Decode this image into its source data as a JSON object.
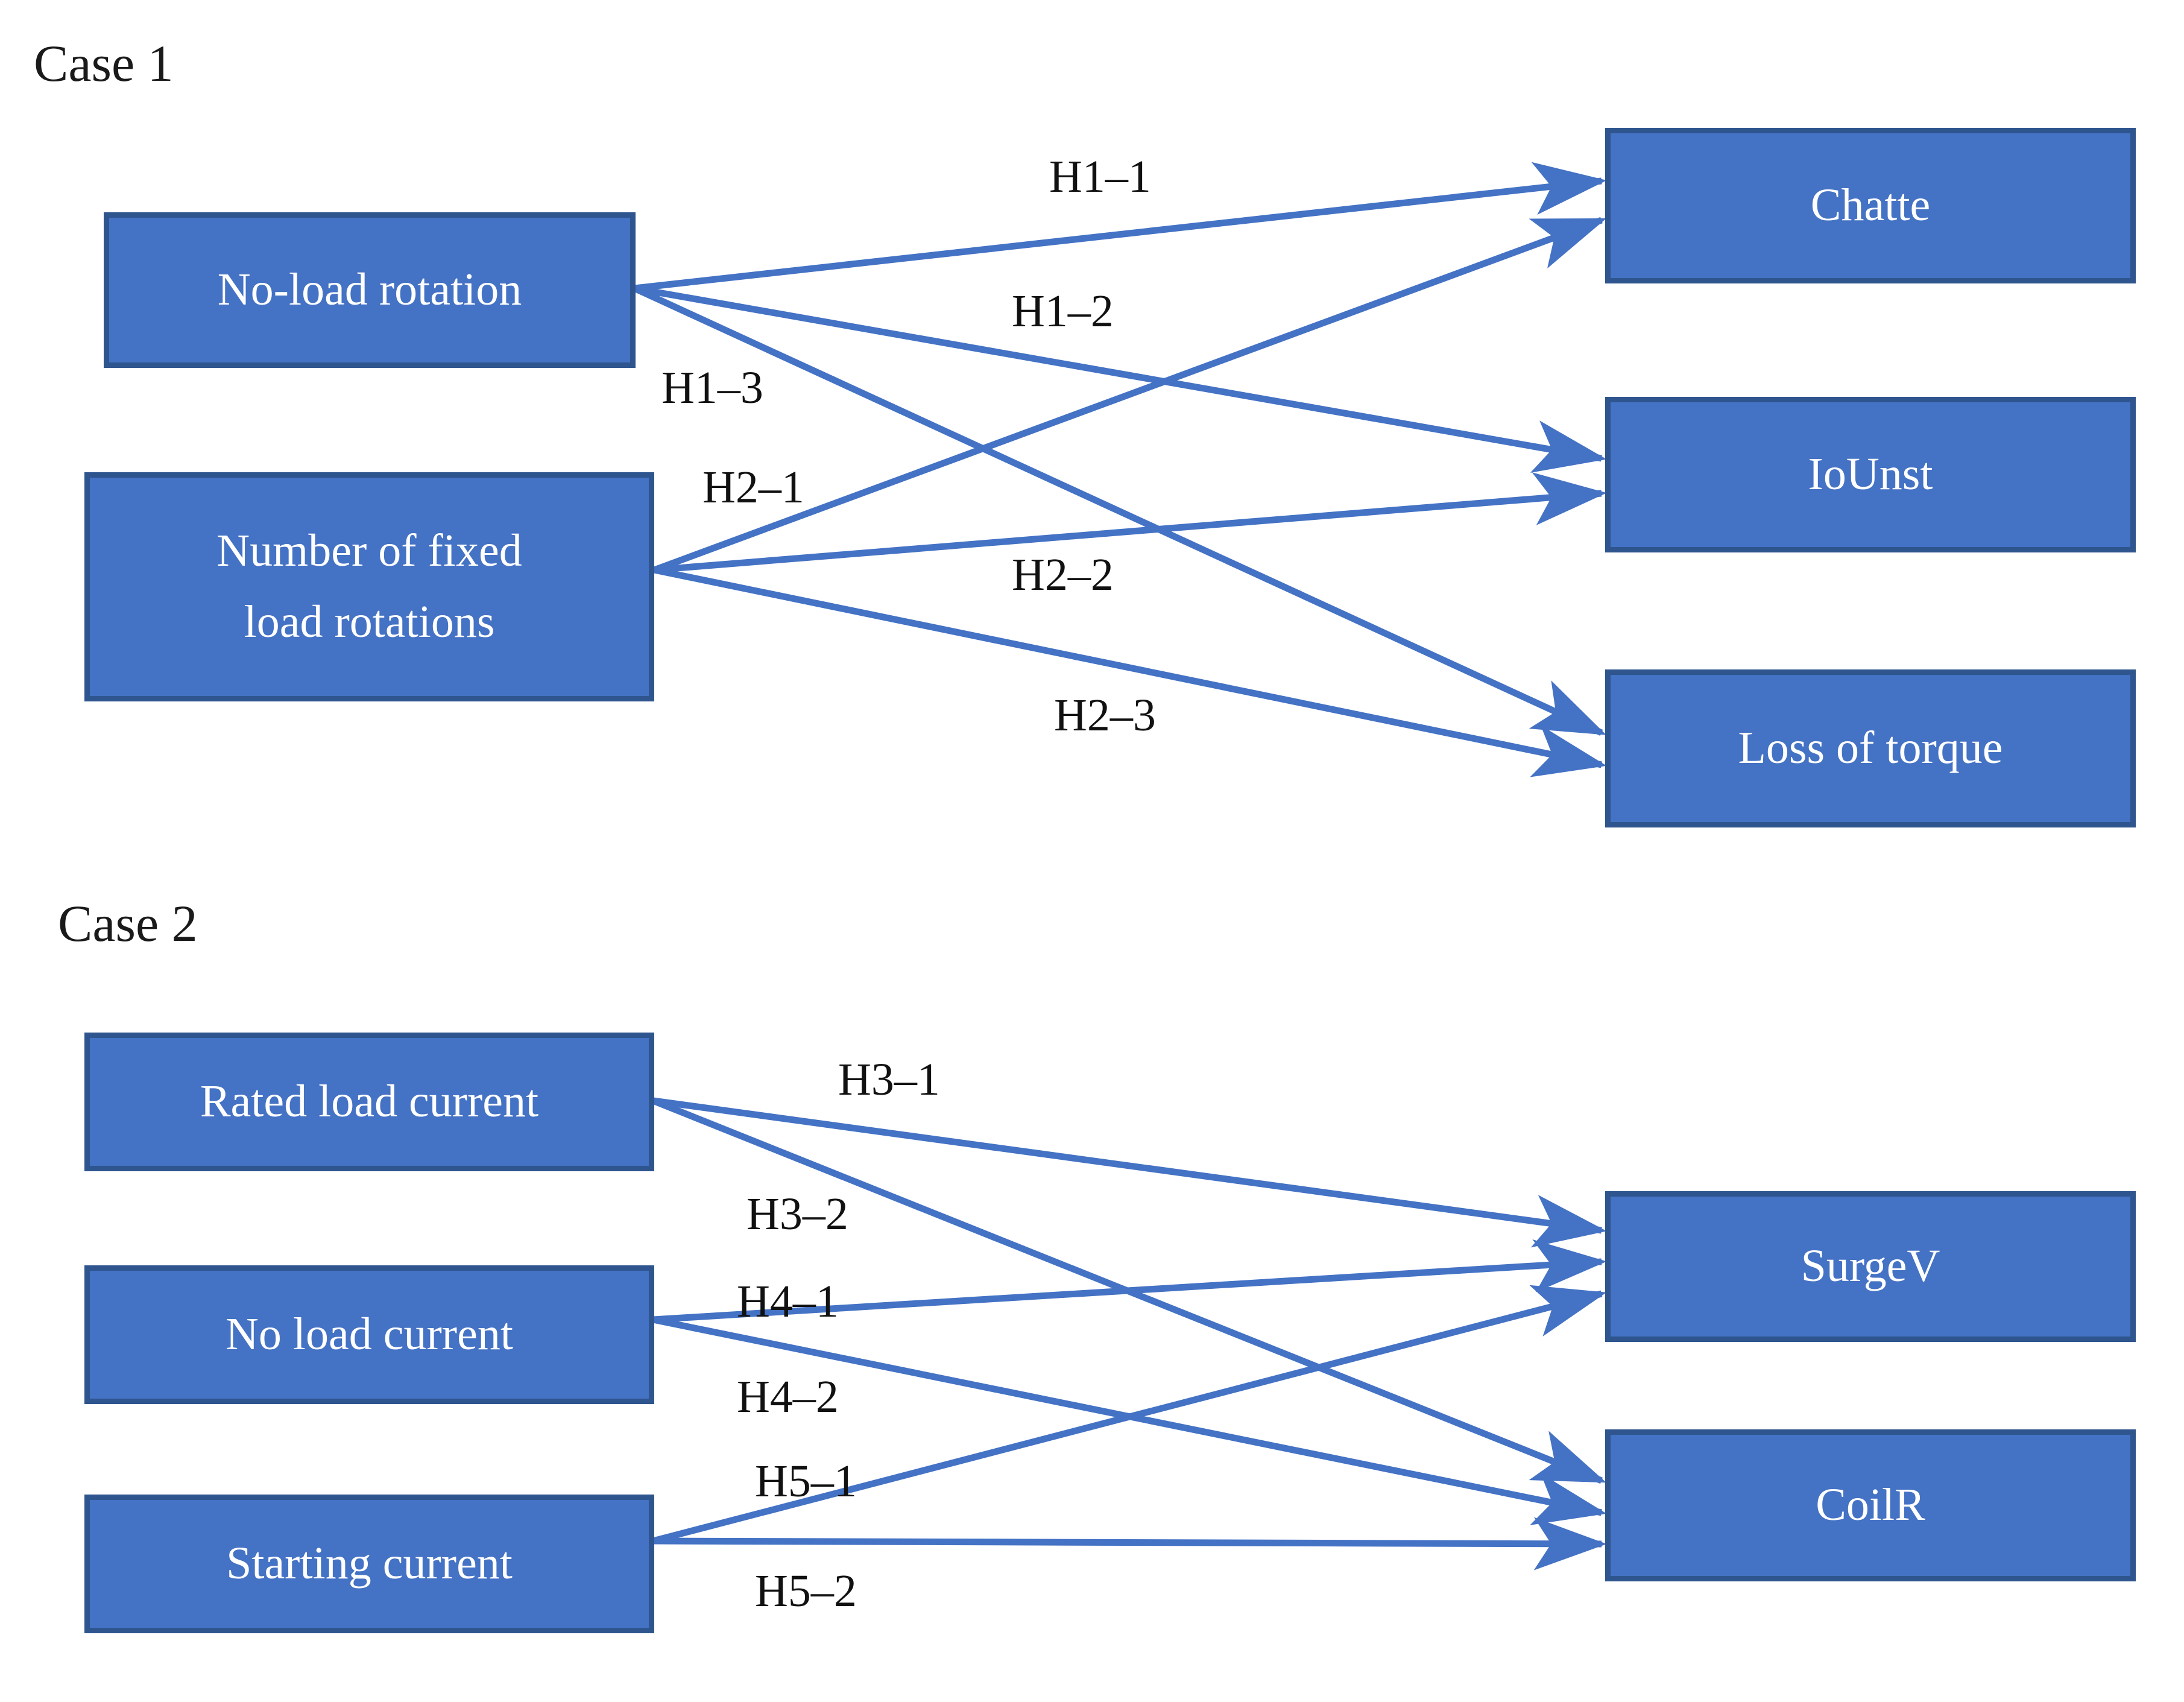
{
  "figure": {
    "background_color": "#FFFFFF",
    "node_fill_color": "#4472C4",
    "node_border_color": "#2E558E",
    "node_text_color": "#FFFFFF",
    "edge_color": "#4472C4",
    "label_text_color": "#111111"
  },
  "cases": [
    {
      "id": "case-1",
      "title": "Case 1",
      "sources": [
        {
          "id": "no-load-rotation",
          "label": "No-load rotation"
        },
        {
          "id": "number-of-fixed-load-rotations",
          "label": "Number of fixed\nload rotations"
        }
      ],
      "targets": [
        {
          "id": "chatte",
          "label": "Chatte"
        },
        {
          "id": "iounst",
          "label": "IoUnst"
        },
        {
          "id": "loss-of-torque",
          "label": "Loss of torque"
        }
      ],
      "edges": [
        {
          "id": "h1-1",
          "label": "H1–1",
          "from": "no-load-rotation",
          "to": "chatte"
        },
        {
          "id": "h1-2",
          "label": "H1–2",
          "from": "no-load-rotation",
          "to": "iounst"
        },
        {
          "id": "h1-3",
          "label": "H1–3",
          "from": "no-load-rotation",
          "to": "loss-of-torque"
        },
        {
          "id": "h2-1",
          "label": "H2–1",
          "from": "number-of-fixed-load-rotations",
          "to": "chatte"
        },
        {
          "id": "h2-2",
          "label": "H2–2",
          "from": "number-of-fixed-load-rotations",
          "to": "iounst"
        },
        {
          "id": "h2-3",
          "label": "H2–3",
          "from": "number-of-fixed-load-rotations",
          "to": "loss-of-torque"
        }
      ]
    },
    {
      "id": "case-2",
      "title": "Case 2",
      "sources": [
        {
          "id": "rated-load-current",
          "label": "Rated load current"
        },
        {
          "id": "no-load-current",
          "label": "No load current"
        },
        {
          "id": "starting-current",
          "label": "Starting current"
        }
      ],
      "targets": [
        {
          "id": "surgev",
          "label": "SurgeV"
        },
        {
          "id": "coilr",
          "label": "CoilR"
        }
      ],
      "edges": [
        {
          "id": "h3-1",
          "label": "H3–1",
          "from": "rated-load-current",
          "to": "surgev"
        },
        {
          "id": "h3-2",
          "label": "H3–2",
          "from": "rated-load-current",
          "to": "coilr"
        },
        {
          "id": "h4-1",
          "label": "H4–1",
          "from": "no-load-current",
          "to": "surgev"
        },
        {
          "id": "h4-2",
          "label": "H4–2",
          "from": "no-load-current",
          "to": "coilr"
        },
        {
          "id": "h5-1",
          "label": "H5–1",
          "from": "starting-current",
          "to": "surgev"
        },
        {
          "id": "h5-2",
          "label": "H5–2",
          "from": "starting-current",
          "to": "coilr"
        }
      ]
    }
  ]
}
